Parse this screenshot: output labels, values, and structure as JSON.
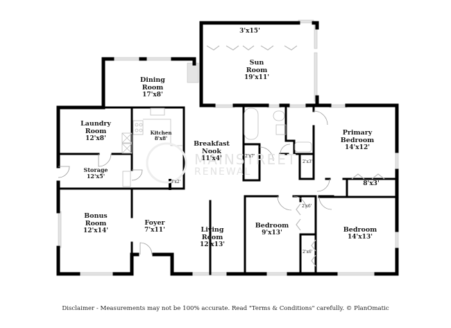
{
  "floorplan": {
    "rooms": [
      {
        "id": "sun-room",
        "name": "Sun Room",
        "name_line1": "Sun",
        "name_line2": "Room",
        "dims": "19'x11'"
      },
      {
        "id": "sun-room-closet",
        "name": "",
        "dims": "3'x15'"
      },
      {
        "id": "dining-room",
        "name": "Dining Room",
        "name_line1": "Dining",
        "name_line2": "Room",
        "dims": "17'x8'"
      },
      {
        "id": "laundry-room",
        "name": "Laundry Room",
        "name_line1": "Laundry",
        "name_line2": "Room",
        "dims": "12'x8'"
      },
      {
        "id": "kitchen",
        "name": "Kitchen",
        "dims": "8'x8'"
      },
      {
        "id": "pantry",
        "name": "",
        "dims": "3'x2'"
      },
      {
        "id": "storage",
        "name": "Storage",
        "dims": "12'x5'"
      },
      {
        "id": "breakfast-nook",
        "name": "Breakfast Nook",
        "name_line1": "Breakfast",
        "name_line2": "Nook",
        "dims": "11'x4'"
      },
      {
        "id": "hall-closet",
        "name": "",
        "dims": "2'x7'"
      },
      {
        "id": "bath-closet",
        "name": "",
        "dims": "2'x3'"
      },
      {
        "id": "primary-bedroom",
        "name": "Primary Bedroom",
        "name_line1": "Primary",
        "name_line2": "Bedroom",
        "dims": "14'x12'"
      },
      {
        "id": "primary-closet",
        "name": "",
        "dims": "8'x3'"
      },
      {
        "id": "bonus-room",
        "name": "Bonus Room",
        "name_line1": "Bonus",
        "name_line2": "Room",
        "dims": "12'x14'"
      },
      {
        "id": "foyer",
        "name": "Foyer",
        "dims": "7'x11'"
      },
      {
        "id": "living-room",
        "name": "Living Room",
        "name_line1": "Living",
        "name_line2": "Room",
        "dims": "12'x13'"
      },
      {
        "id": "bedroom-2",
        "name": "Bedroom",
        "dims": "9'x13'"
      },
      {
        "id": "bedroom-2-closet",
        "name": "",
        "dims": "2'x6'"
      },
      {
        "id": "bedroom-3",
        "name": "Bedroom",
        "dims": "14'x13'"
      },
      {
        "id": "bedroom-3-closet",
        "name": "",
        "dims": "2'x6'"
      }
    ],
    "watermark": {
      "line1": "MAINSTREET",
      "line2": "RENEWAL"
    },
    "disclaimer": "Disclaimer - Measurements may not be 100% accurate. Read \"Terms & Conditions\" carefully. © PlanOmatic",
    "colors": {
      "wall": "#000000",
      "window": "#d9d9d9",
      "fixture": "#c8c8c8",
      "text": "#1a1a1a"
    }
  }
}
